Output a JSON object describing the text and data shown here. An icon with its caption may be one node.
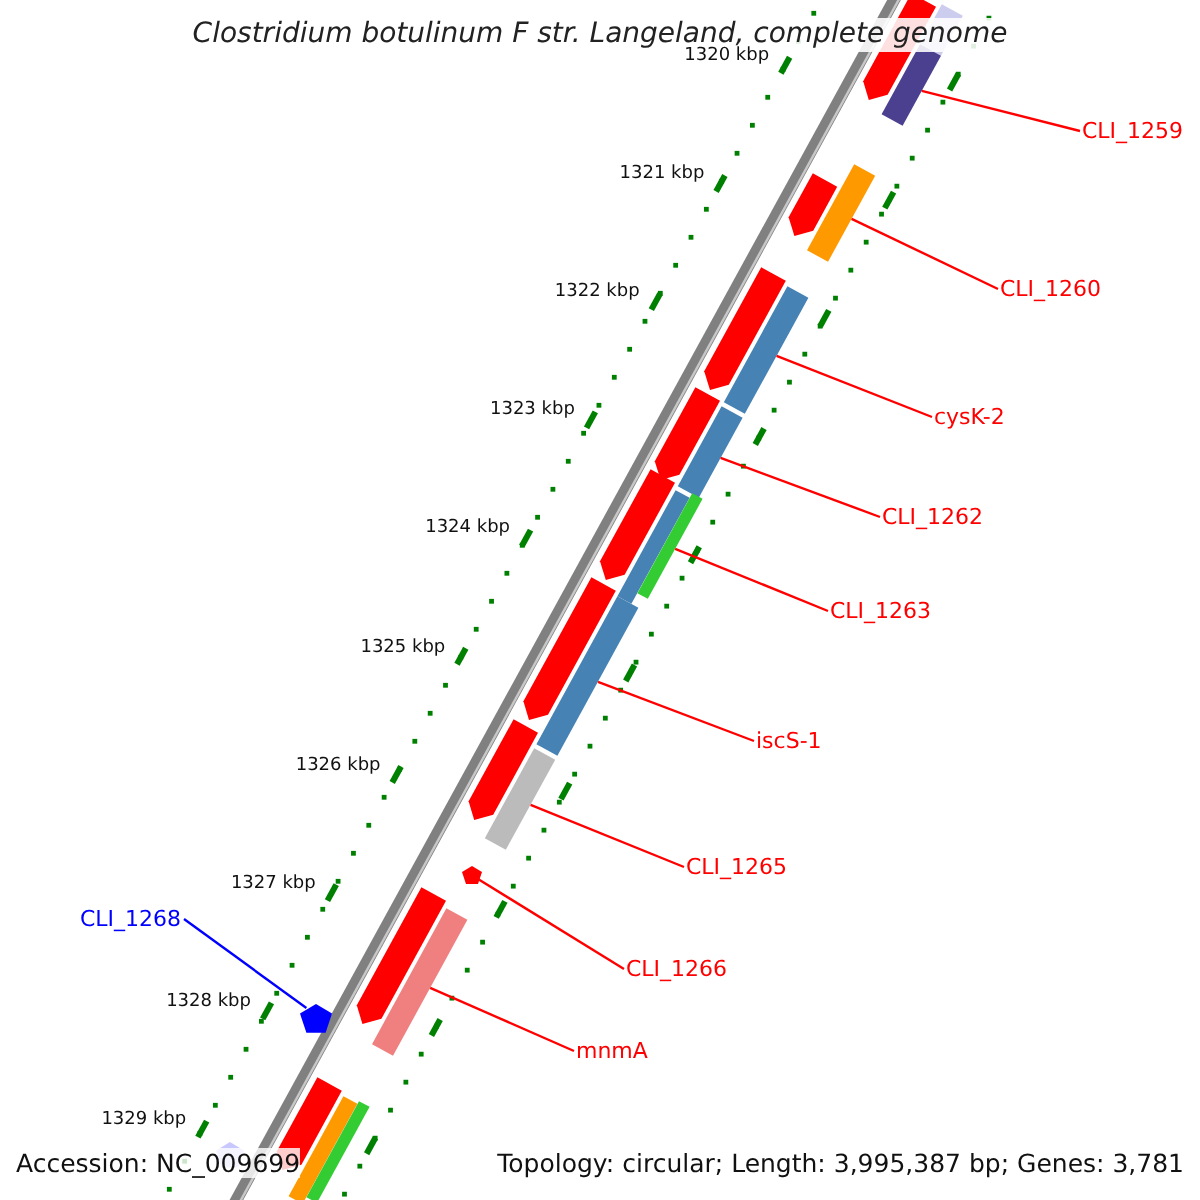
{
  "diagram": {
    "title": "Clostridium botulinum F str. Langeland, complete genome",
    "nodes": [
      {
        "text": [
          "CLI_1259"
        ]
      },
      {
        "text": [
          "CLI_1260"
        ]
      },
      {
        "text": [
          "cysK-2"
        ]
      },
      {
        "text": [
          "CLI_1262"
        ]
      },
      {
        "text": [
          "CLI_1263"
        ]
      },
      {
        "text": [
          "iscS-1"
        ]
      },
      {
        "text": [
          "CLI_1265"
        ]
      },
      {
        "text": [
          "CLI_1268"
        ]
      },
      {
        "text": [
          "CLI_1266"
        ]
      },
      {
        "text": [
          "mnmA"
        ]
      },
      {
        "text": [],
        "shape": "pentagon"
      },
      {
        "text": [],
        "shape": "bar"
      },
      {
        "text": [],
        "shape": "bar"
      },
      {
        "text": [],
        "shape": "bar"
      },
      {
        "text": [],
        "shape": "pentagon"
      },
      {
        "text": [],
        "shape": "pentagon"
      },
      {
        "text": [],
        "shape": "bar"
      },
      {
        "text": [],
        "shape": "pentagon"
      },
      {
        "text": [],
        "shape": "bar"
      },
      {
        "text": [],
        "shape": "pentagon"
      },
      {
        "text": [],
        "shape": "bar"
      },
      {
        "text": [],
        "shape": "bar"
      },
      {
        "text": [],
        "shape": "pentagon"
      },
      {
        "text": [],
        "shape": "bar"
      },
      {
        "text": [],
        "shape": "pentagon"
      },
      {
        "text": [],
        "shape": "bar"
      },
      {
        "text": [],
        "shape": "pentagon"
      },
      {
        "text": [],
        "shape": "pentagon"
      },
      {
        "text": [],
        "shape": "bar"
      },
      {
        "text": [],
        "shape": "pentagon"
      },
      {
        "text": [],
        "shape": "pentagon"
      },
      {
        "text": [],
        "shape": "bar"
      },
      {
        "text": [],
        "shape": "bar"
      },
      {
        "text": [],
        "shape": "pentagon"
      }
    ],
    "edges": [
      {
        "from": 0,
        "to": 12,
        "arrow": "none"
      },
      {
        "from": 1,
        "to": 13,
        "arrow": "none"
      },
      {
        "from": 2,
        "to": 16,
        "arrow": "none"
      },
      {
        "from": 3,
        "to": 18,
        "arrow": "none"
      },
      {
        "from": 4,
        "to": 21,
        "arrow": "none"
      },
      {
        "from": 5,
        "to": 23,
        "arrow": "none"
      },
      {
        "from": 6,
        "to": 25,
        "arrow": "none"
      },
      {
        "from": 7,
        "to": 29,
        "arrow": "none",
        "color": "#0000ff"
      },
      {
        "from": 8,
        "to": 26,
        "arrow": "none"
      },
      {
        "from": 9,
        "to": 28,
        "arrow": "none"
      }
    ],
    "labels": [
      "1320 kbp",
      "1321 kbp",
      "1322 kbp",
      "1323 kbp",
      "1324 kbp",
      "1325 kbp",
      "1326 kbp",
      "1327 kbp",
      "1328 kbp",
      "1329 kbp",
      "Accession: NC_009699",
      "Topology: circular; Length: 3,995,387 bp; Genes: 3,781"
    ]
  }
}
